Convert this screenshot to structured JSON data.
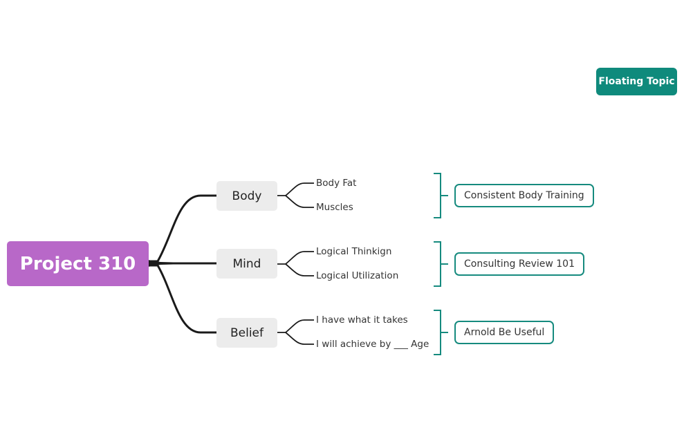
{
  "diagram": {
    "central_topic": "Project 310",
    "branches": [
      {
        "label": "Body",
        "subtopics": [
          "Body Fat",
          "Muscles"
        ],
        "summary": "Consistent Body Training"
      },
      {
        "label": "Mind",
        "subtopics": [
          "Logical Thinkign",
          "Logical Utilization"
        ],
        "summary": "Consulting Review 101"
      },
      {
        "label": "Belief",
        "subtopics": [
          "I have what it takes",
          "I will achieve by ___ Age"
        ],
        "summary": "Arnold Be Useful"
      }
    ],
    "floating_topic": "Floating Topic"
  },
  "colors": {
    "central_fill": "#b868c8",
    "main_topic_fill": "#ececec",
    "connector": "#1a1a1a",
    "summary_accent": "#158a7e",
    "floating_fill": "#0f8a7c"
  }
}
